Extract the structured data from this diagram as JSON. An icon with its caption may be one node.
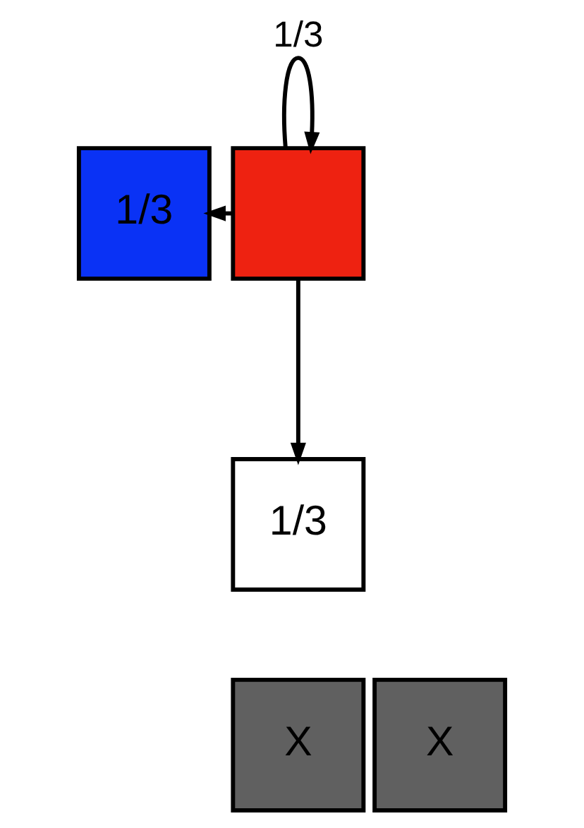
{
  "diagram": {
    "nodes": [
      {
        "text": [
          "X"
        ]
      },
      {
        "text": [
          "1/3"
        ]
      },
      {
        "text": [],
        "shape": "box"
      },
      {
        "text": [
          "X"
        ]
      },
      {
        "text": [
          "1/3"
        ]
      }
    ],
    "edges": [
      {
        "from": 2,
        "to": 2,
        "arrow": "to",
        "label": "1/3"
      },
      {
        "from": 2,
        "to": 1,
        "arrow": "to"
      },
      {
        "from": 2,
        "to": 4,
        "arrow": "to"
      }
    ]
  }
}
